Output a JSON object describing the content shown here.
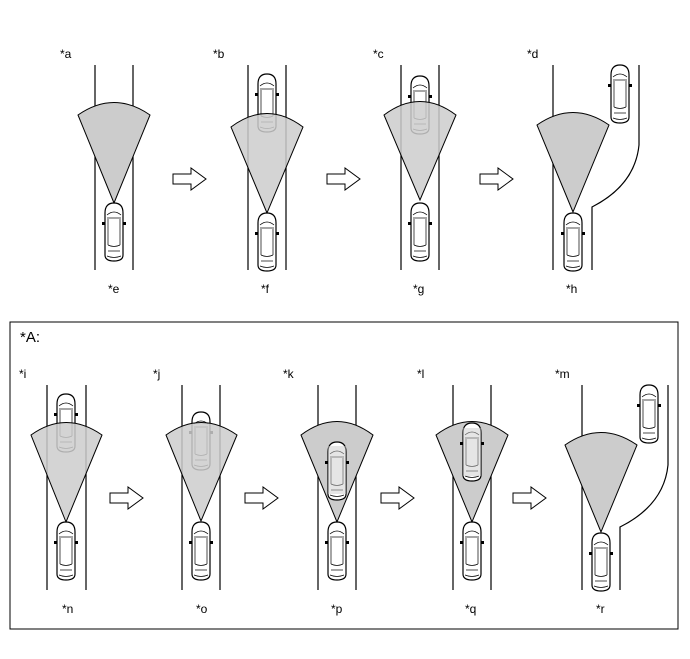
{
  "top_row": {
    "panels": [
      {
        "id": "a",
        "label": "*a",
        "caption": "*e"
      },
      {
        "id": "b",
        "label": "*b",
        "caption": "*f"
      },
      {
        "id": "c",
        "label": "*c",
        "caption": "*g"
      },
      {
        "id": "d",
        "label": "*d",
        "caption": "*h"
      }
    ]
  },
  "box": {
    "title": "*A:",
    "panels": [
      {
        "id": "i",
        "label": "*i",
        "caption": "*n"
      },
      {
        "id": "j",
        "label": "*j",
        "caption": "*o"
      },
      {
        "id": "k",
        "label": "*k",
        "caption": "*p"
      },
      {
        "id": "l",
        "label": "*l",
        "caption": "*q"
      },
      {
        "id": "m",
        "label": "*m",
        "caption": "*r"
      }
    ]
  },
  "colors": {
    "sector_fill": "#cccccc",
    "line": "#000000",
    "background": "#ffffff"
  }
}
